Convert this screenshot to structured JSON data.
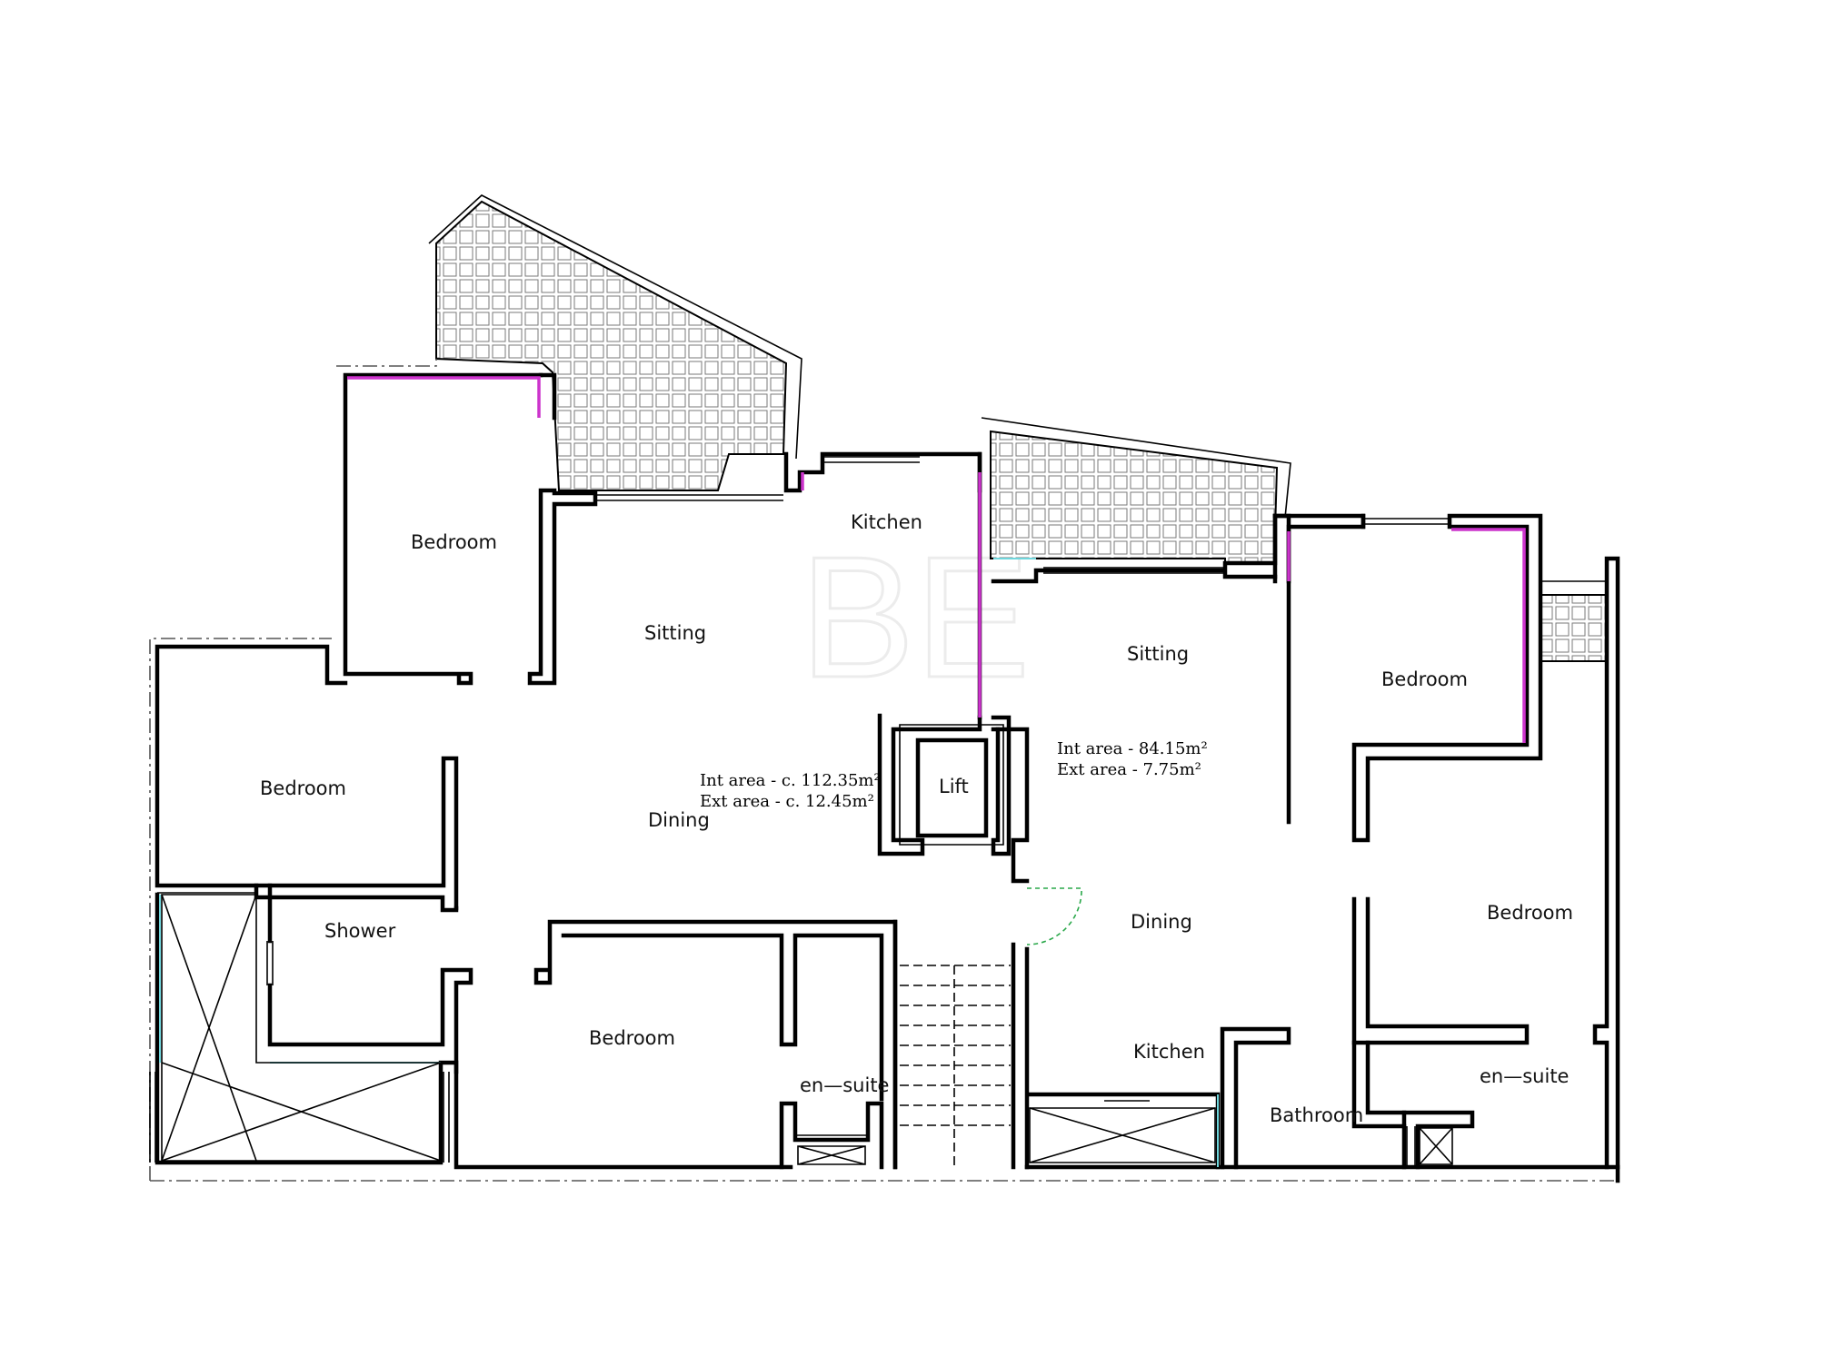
{
  "colors": {
    "wall": "#000000",
    "internal_finish": "#cc33cc",
    "glazing": "#6fd6dc",
    "door_swing": "#2aa84a",
    "watermark": "#e6e6e6"
  },
  "watermark_text": "BE",
  "apartment_left": {
    "rooms": {
      "bedroom_north": "Bedroom",
      "sitting": "Sitting",
      "kitchen": "Kitchen",
      "bedroom_west": "Bedroom",
      "dining": "Dining",
      "shower": "Shower",
      "bedroom_south": "Bedroom",
      "ensuite": "en—suite"
    },
    "int_area": "Int area - c. 112.35m²",
    "ext_area": "Ext area - c. 12.45m²"
  },
  "core": {
    "lift": "Lift"
  },
  "apartment_right": {
    "rooms": {
      "sitting": "Sitting",
      "bedroom_north": "Bedroom",
      "dining": "Dining",
      "bedroom_east": "Bedroom",
      "kitchen": "Kitchen",
      "bathroom": "Bathroom",
      "ensuite": "en—suite"
    },
    "int_area": "Int area - 84.15m²",
    "ext_area": "Ext area - 7.75m²"
  }
}
